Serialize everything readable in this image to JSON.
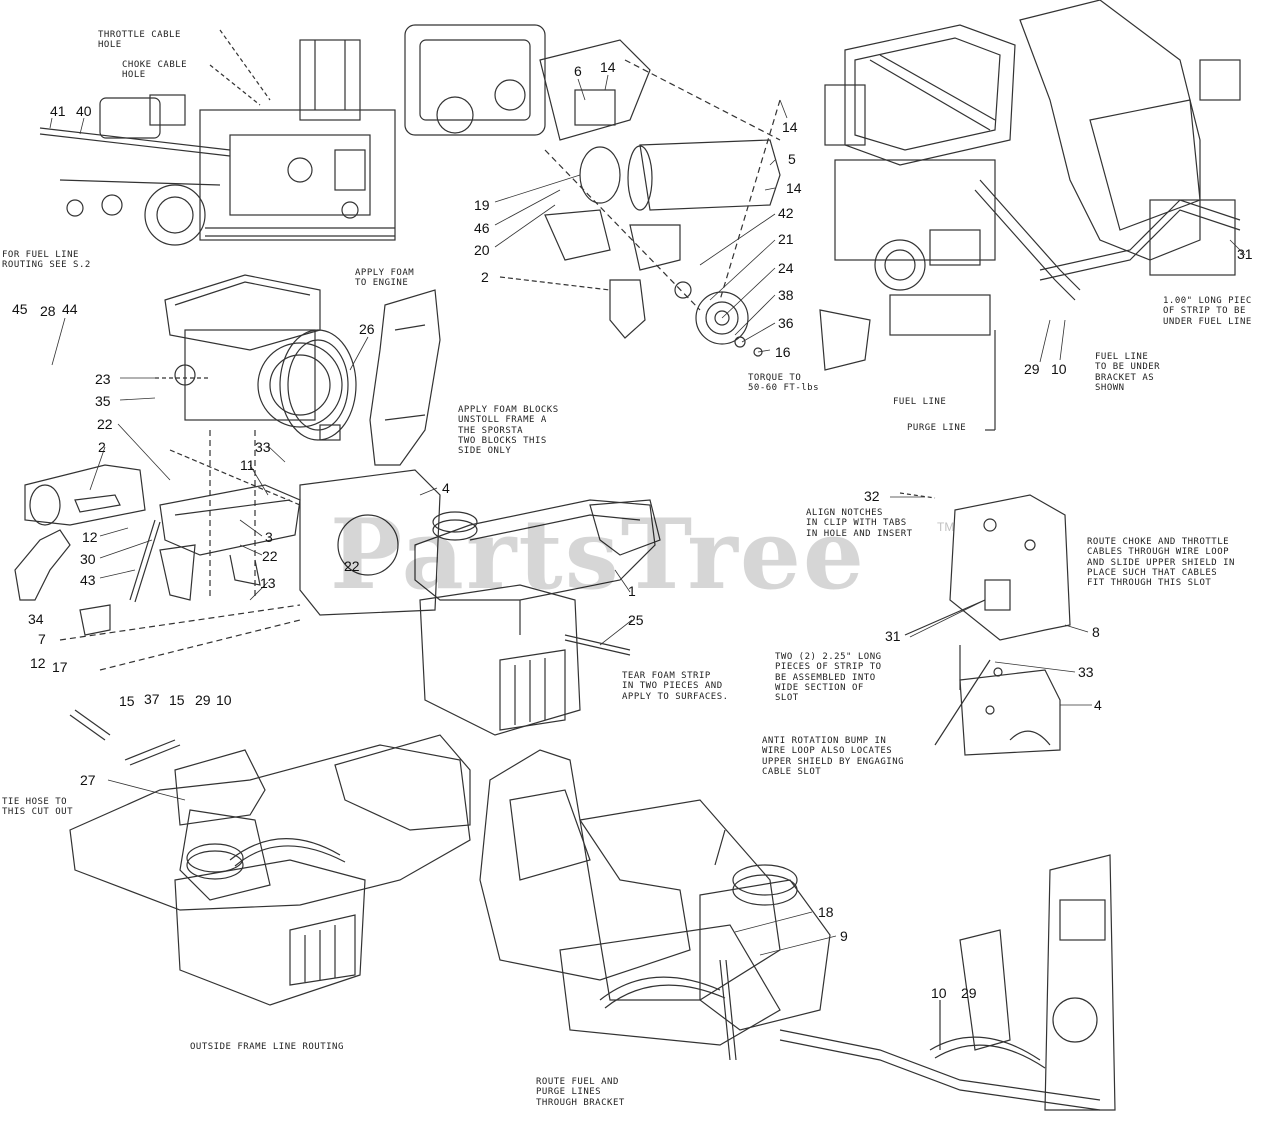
{
  "watermark": {
    "brand": "PartsTree",
    "trademark": "TM"
  },
  "callouts": [
    {
      "id": "41",
      "label": "41"
    },
    {
      "id": "40",
      "label": "40"
    },
    {
      "id": "6",
      "label": "6"
    },
    {
      "id": "14a",
      "label": "14"
    },
    {
      "id": "14b",
      "label": "14"
    },
    {
      "id": "5",
      "label": "5"
    },
    {
      "id": "14c",
      "label": "14"
    },
    {
      "id": "19",
      "label": "19"
    },
    {
      "id": "46",
      "label": "46"
    },
    {
      "id": "20",
      "label": "20"
    },
    {
      "id": "42",
      "label": "42"
    },
    {
      "id": "21",
      "label": "21"
    },
    {
      "id": "24",
      "label": "24"
    },
    {
      "id": "2a",
      "label": "2"
    },
    {
      "id": "38",
      "label": "38"
    },
    {
      "id": "36",
      "label": "36"
    },
    {
      "id": "16",
      "label": "16"
    },
    {
      "id": "31a",
      "label": "31"
    },
    {
      "id": "29a",
      "label": "29"
    },
    {
      "id": "10a",
      "label": "10"
    },
    {
      "id": "45",
      "label": "45"
    },
    {
      "id": "28",
      "label": "28"
    },
    {
      "id": "44",
      "label": "44"
    },
    {
      "id": "26",
      "label": "26"
    },
    {
      "id": "23",
      "label": "23"
    },
    {
      "id": "35",
      "label": "35"
    },
    {
      "id": "22a",
      "label": "22"
    },
    {
      "id": "33a",
      "label": "33"
    },
    {
      "id": "2b",
      "label": "2"
    },
    {
      "id": "11",
      "label": "11"
    },
    {
      "id": "4a",
      "label": "4"
    },
    {
      "id": "12a",
      "label": "12"
    },
    {
      "id": "3",
      "label": "3"
    },
    {
      "id": "30",
      "label": "30"
    },
    {
      "id": "22b",
      "label": "22"
    },
    {
      "id": "22c",
      "label": "22"
    },
    {
      "id": "43",
      "label": "43"
    },
    {
      "id": "13",
      "label": "13"
    },
    {
      "id": "34",
      "label": "34"
    },
    {
      "id": "7",
      "label": "7"
    },
    {
      "id": "12b",
      "label": "12"
    },
    {
      "id": "17",
      "label": "17"
    },
    {
      "id": "15a",
      "label": "15"
    },
    {
      "id": "37",
      "label": "37"
    },
    {
      "id": "15b",
      "label": "15"
    },
    {
      "id": "29b",
      "label": "29"
    },
    {
      "id": "10b",
      "label": "10"
    },
    {
      "id": "1",
      "label": "1"
    },
    {
      "id": "25",
      "label": "25"
    },
    {
      "id": "32",
      "label": "32"
    },
    {
      "id": "31b",
      "label": "31"
    },
    {
      "id": "8",
      "label": "8"
    },
    {
      "id": "33b",
      "label": "33"
    },
    {
      "id": "4b",
      "label": "4"
    },
    {
      "id": "27",
      "label": "27"
    },
    {
      "id": "18",
      "label": "18"
    },
    {
      "id": "9",
      "label": "9"
    },
    {
      "id": "10c",
      "label": "10"
    },
    {
      "id": "29c",
      "label": "29"
    }
  ],
  "notes": {
    "throttle_cable_hole": "THROTTLE CABLE\nHOLE",
    "choke_cable_hole": "CHOKE CABLE\nHOLE",
    "fuel_line_routing": "FOR FUEL LINE\nROUTING SEE S.2",
    "apply_foam_engine": "APPLY FOAM\nTO ENGINE",
    "apply_foam_blocks": "APPLY FOAM BLOCKS\nUNSTOLL FRAME A\nTHE SPORSTA\nTWO BLOCKS THIS\nSIDE ONLY",
    "torque": "TORQUE TO\n50-60 FT-lbs",
    "strip_long": "1.00\" LONG PIEC\nOF STRIP TO BE\nUNDER FUEL LINE",
    "fuel_line_bracket": "FUEL LINE\nTO BE UNDER\nBRACKET AS\nSHOWN",
    "fuel_line": "FUEL LINE",
    "purge_line": "PURGE LINE",
    "align_notches": "ALIGN NOTCHES\nIN CLIP WITH TABS\nIN HOLE AND INSERT",
    "route_choke": "ROUTE CHOKE AND THROTTLE\nCABLES THROUGH WIRE LOOP\nAND SLIDE UPPER SHIELD IN\nPLACE SUCH THAT CABLES\nFIT THROUGH THIS SLOT",
    "two_pieces_strip": "TWO (2) 2.25\" LONG\nPIECES OF STRIP TO\nBE ASSEMBLED INTO\nWIDE SECTION OF\nSLOT",
    "tear_foam": "TEAR FOAM STRIP\nIN TWO PIECES AND\nAPPLY TO SURFACES.",
    "anti_rotation": "ANTI ROTATION BUMP IN\nWIRE LOOP ALSO LOCATES\nUPPER SHIELD BY ENGAGING\nCABLE SLOT",
    "tie_hose": "TIE HOSE TO\nTHIS CUT OUT",
    "outside_frame": "OUTSIDE FRAME LINE ROUTING",
    "route_fuel_purge": "ROUTE FUEL AND\nPURGE LINES\nTHROUGH BRACKET"
  }
}
